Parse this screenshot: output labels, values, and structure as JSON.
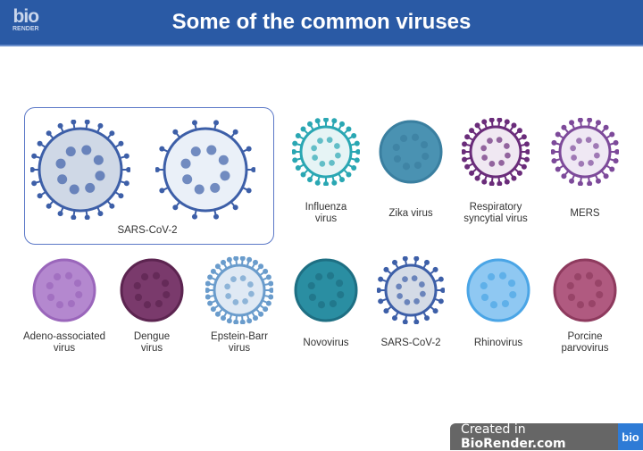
{
  "header": {
    "logo_top": "bio",
    "logo_bottom": "RENDER",
    "title": "Some of the common viruses"
  },
  "featured": {
    "label": "SARS-CoV-2",
    "viruses": [
      {
        "name": "sars-cov-2-surface",
        "color": "#3d5fa8",
        "fill": "#cfd8e6"
      },
      {
        "name": "sars-cov-2-cross-section",
        "color": "#3d5fa8",
        "fill": "#eaf0f8"
      }
    ]
  },
  "viruses": [
    {
      "id": "influenza",
      "label": [
        "Influenza",
        "virus"
      ],
      "color": "#2aa7b3",
      "fill": "#e6f4f5"
    },
    {
      "id": "zika",
      "label": [
        "Zika virus"
      ],
      "color": "#3a7fa0",
      "fill": "#4a92b2"
    },
    {
      "id": "rsv",
      "label": [
        "Respiratory",
        "syncytial virus"
      ],
      "color": "#6a2c7a",
      "fill": "#f0e8f2"
    },
    {
      "id": "mers",
      "label": [
        "MERS"
      ],
      "color": "#7d4a9a",
      "fill": "#efe8f4"
    },
    {
      "id": "adeno-associated",
      "label": [
        "Adeno-associated",
        "virus"
      ],
      "color": "#9a66bb",
      "fill": "#b488cf"
    },
    {
      "id": "dengue",
      "label": [
        "Dengue",
        "virus"
      ],
      "color": "#5c2450",
      "fill": "#7a3a6c"
    },
    {
      "id": "epstein-barr",
      "label": [
        "Epstein-Barr",
        "virus"
      ],
      "color": "#6a9ccc",
      "fill": "#dfe9f4"
    },
    {
      "id": "novovirus",
      "label": [
        "Novovirus"
      ],
      "color": "#1e6f83",
      "fill": "#2a8ea2"
    },
    {
      "id": "sars-cov-2-small",
      "label": [
        "SARS-CoV-2"
      ],
      "color": "#3d5fa8",
      "fill": "#d4dbe6"
    },
    {
      "id": "rhinovirus",
      "label": [
        "Rhinovirus"
      ],
      "color": "#4aa5e6",
      "fill": "#8fc8f2"
    },
    {
      "id": "porcine-parvovirus",
      "label": [
        "Porcine",
        "parvovirus"
      ],
      "color": "#8e3a5e",
      "fill": "#b05a80"
    }
  ],
  "badge": {
    "prefix": "Created in ",
    "brand": "BioRender.com",
    "logo": "bio"
  }
}
